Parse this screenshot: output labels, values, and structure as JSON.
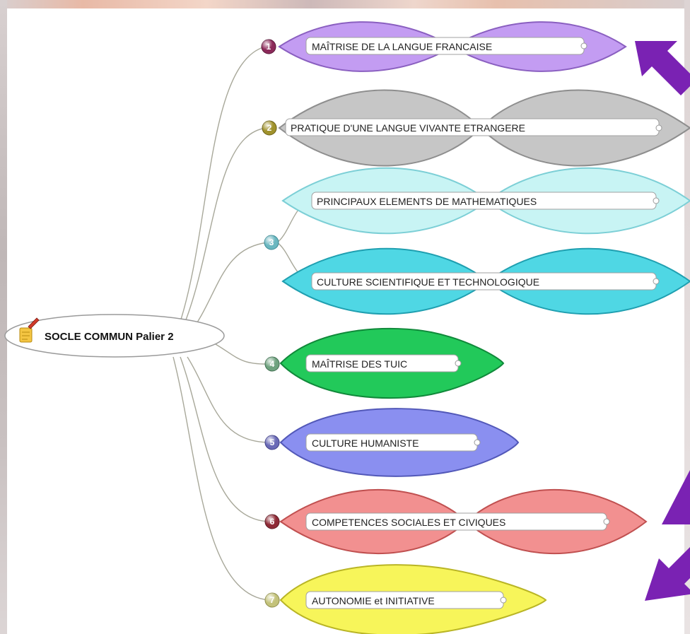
{
  "root": {
    "label": "SOCLE COMMUN Palier 2"
  },
  "branches": [
    {
      "number": "1",
      "label": "MAÎTRISE DE LA LANGUE FRANCAISE",
      "color": "#c39cf2",
      "stroke": "#8a5fc0",
      "badge_color": "#8c2a5a"
    },
    {
      "number": "2",
      "label": "PRATIQUE D'UNE LANGUE VIVANTE ETRANGERE",
      "color": "#c6c6c6",
      "stroke": "#8e8e8e",
      "badge_color": "#a0922c"
    },
    {
      "number": "3",
      "label": "PRINCIPAUX ELEMENTS DE MATHEMATIQUES",
      "color": "#c8f4f4",
      "stroke": "#7ccfd6",
      "badge_color": "#6bb7c0"
    },
    {
      "number": "3",
      "label": "CULTURE SCIENTIFIQUE ET TECHNOLOGIQUE",
      "color": "#4fd7e4",
      "stroke": "#1f9fb0",
      "badge_color": "#6bb7c0"
    },
    {
      "number": "4",
      "label": "MAÎTRISE DES TUIC",
      "color": "#22c95a",
      "stroke": "#10893a",
      "badge_color": "#6fa27f"
    },
    {
      "number": "5",
      "label": "CULTURE HUMANISTE",
      "color": "#8a8ff0",
      "stroke": "#5258b8",
      "badge_color": "#6a6ab6"
    },
    {
      "number": "6",
      "label": "COMPETENCES SOCIALES ET CIVIQUES",
      "color": "#f29090",
      "stroke": "#c05050",
      "badge_color": "#8e2a36"
    },
    {
      "number": "7",
      "label": "AUTONOMIE et INITIATIVE",
      "color": "#f7f55a",
      "stroke": "#b9b525",
      "badge_color": "#c3c27a"
    }
  ],
  "arrow_color": "#7a22b3"
}
